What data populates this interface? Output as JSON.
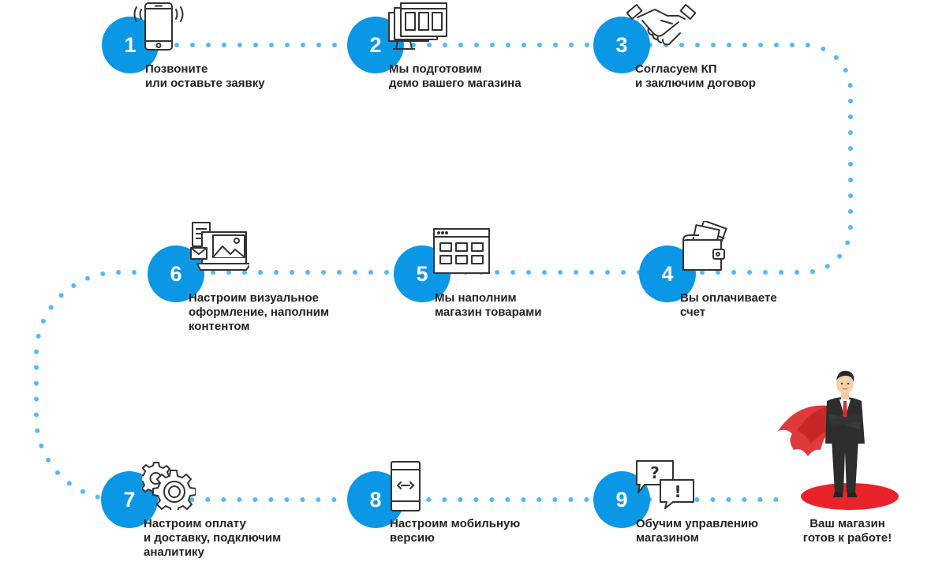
{
  "colors": {
    "accent": "#0a97e6",
    "dots": "#56b9f0",
    "icon_stroke": "#333333",
    "text": "#222222",
    "pedestal": "#e8242a",
    "cape": "#e03a3c"
  },
  "steps": [
    {
      "number": "1",
      "icon": "phone-icon",
      "lines": [
        "Позвоните",
        "или оставьте заявку"
      ]
    },
    {
      "number": "2",
      "icon": "monitor-demo-icon",
      "lines": [
        "Мы подготовим",
        "демо вашего магазина"
      ]
    },
    {
      "number": "3",
      "icon": "handshake-icon",
      "lines": [
        "Согласуем КП",
        "и заключим договор"
      ]
    },
    {
      "number": "4",
      "icon": "wallet-icon",
      "lines": [
        "Вы оплачиваете",
        "счет"
      ]
    },
    {
      "number": "5",
      "icon": "browser-catalog-icon",
      "lines": [
        "Мы наполним",
        "магазин товарами"
      ]
    },
    {
      "number": "6",
      "icon": "design-content-icon",
      "lines": [
        "Настроим визуальное",
        "оформление, наполним",
        "контентом"
      ]
    },
    {
      "number": "7",
      "icon": "gears-icon",
      "lines": [
        "Настроим оплату",
        "и доставку, подключим",
        "аналитику"
      ]
    },
    {
      "number": "8",
      "icon": "mobile-responsive-icon",
      "lines": [
        "Настроим мобильную",
        "версию"
      ]
    },
    {
      "number": "9",
      "icon": "chat-question-icon",
      "lines": [
        "Обучим управлению",
        "магазином"
      ]
    }
  ],
  "final": {
    "icon": "superhero-businessman-icon",
    "lines": [
      "Ваш магазин",
      "готов к работе!"
    ]
  }
}
